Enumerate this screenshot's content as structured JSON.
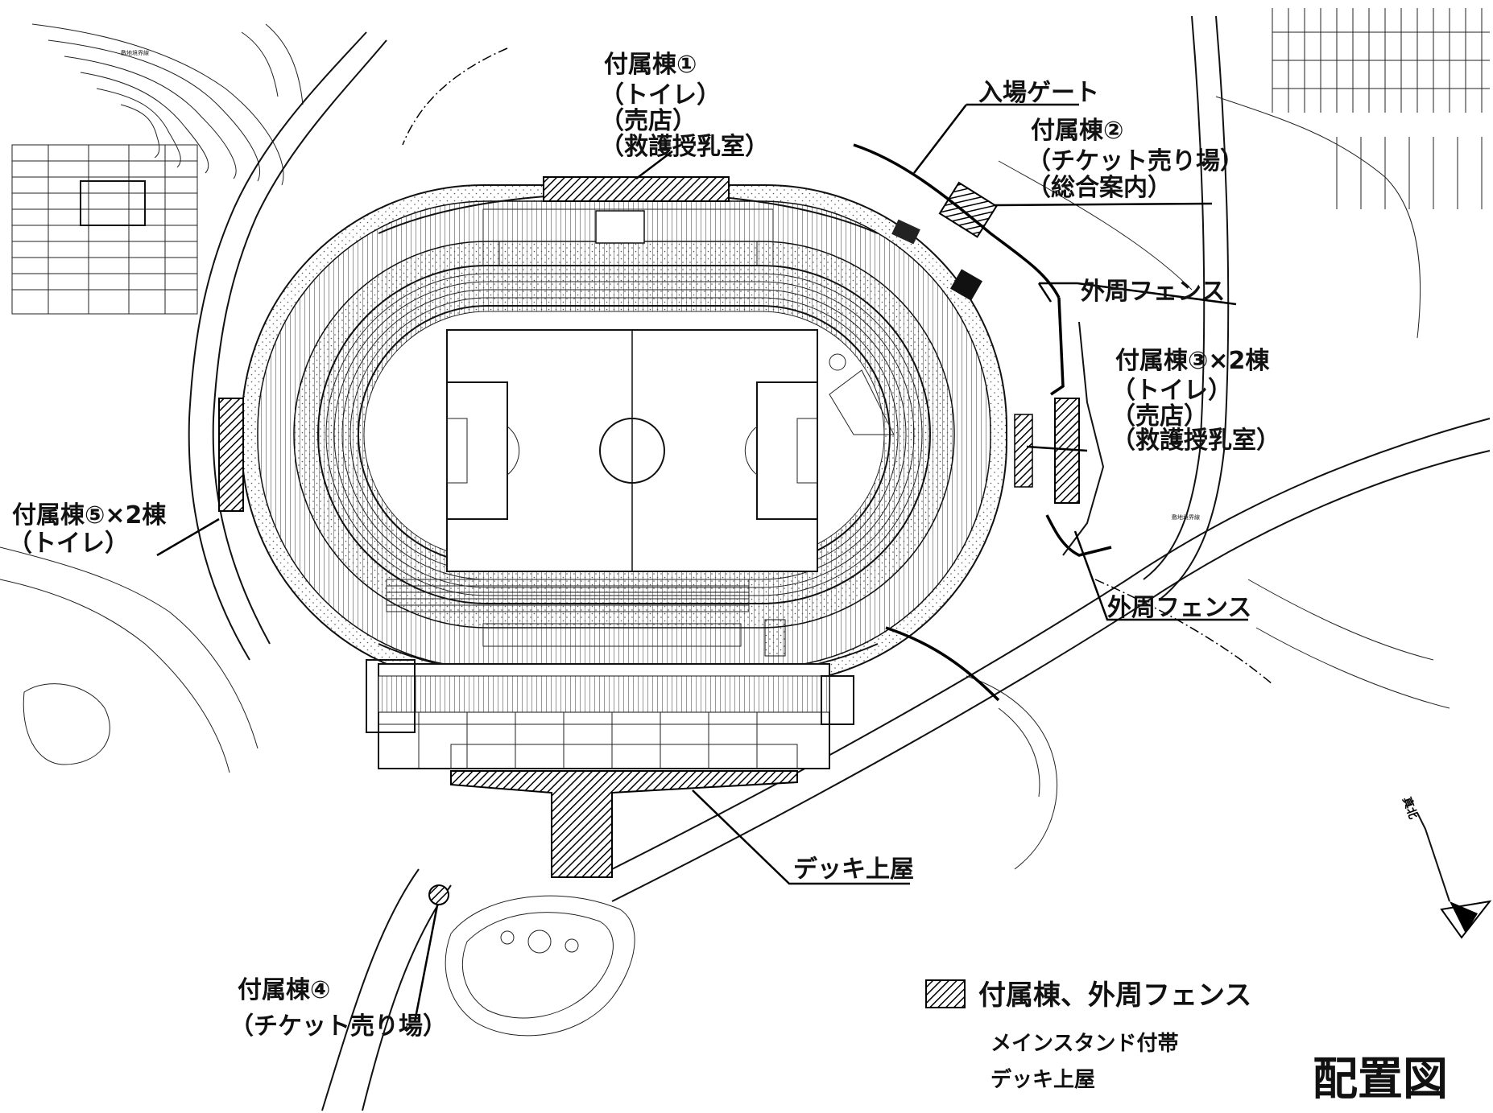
{
  "title": "配置図",
  "labels": {
    "annex1": [
      "付属棟①",
      "（トイレ）",
      "（売店）",
      "（救護授乳室）"
    ],
    "entry_gate": "入場ゲート",
    "annex2": [
      "付属棟②",
      "（チケット売り場）",
      "（総合案内）"
    ],
    "outer_fence_top": "外周フェンス",
    "annex3": [
      "付属棟③×2棟",
      "（トイレ）",
      "（売店）",
      "（救護授乳室）"
    ],
    "outer_fence_right": "外周フェンス",
    "annex5": [
      "付属棟⑤×2棟",
      "（トイレ）"
    ],
    "deck_roof": "デッキ上屋",
    "annex4": [
      "付属棟④",
      "（チケット売り場）"
    ]
  },
  "legend": {
    "line1": "付属棟、外周フェンス",
    "line2": "メインスタンド付帯",
    "line3": "デッキ上屋"
  },
  "boundary_text": "敷地境界線",
  "north_mark": "真北"
}
